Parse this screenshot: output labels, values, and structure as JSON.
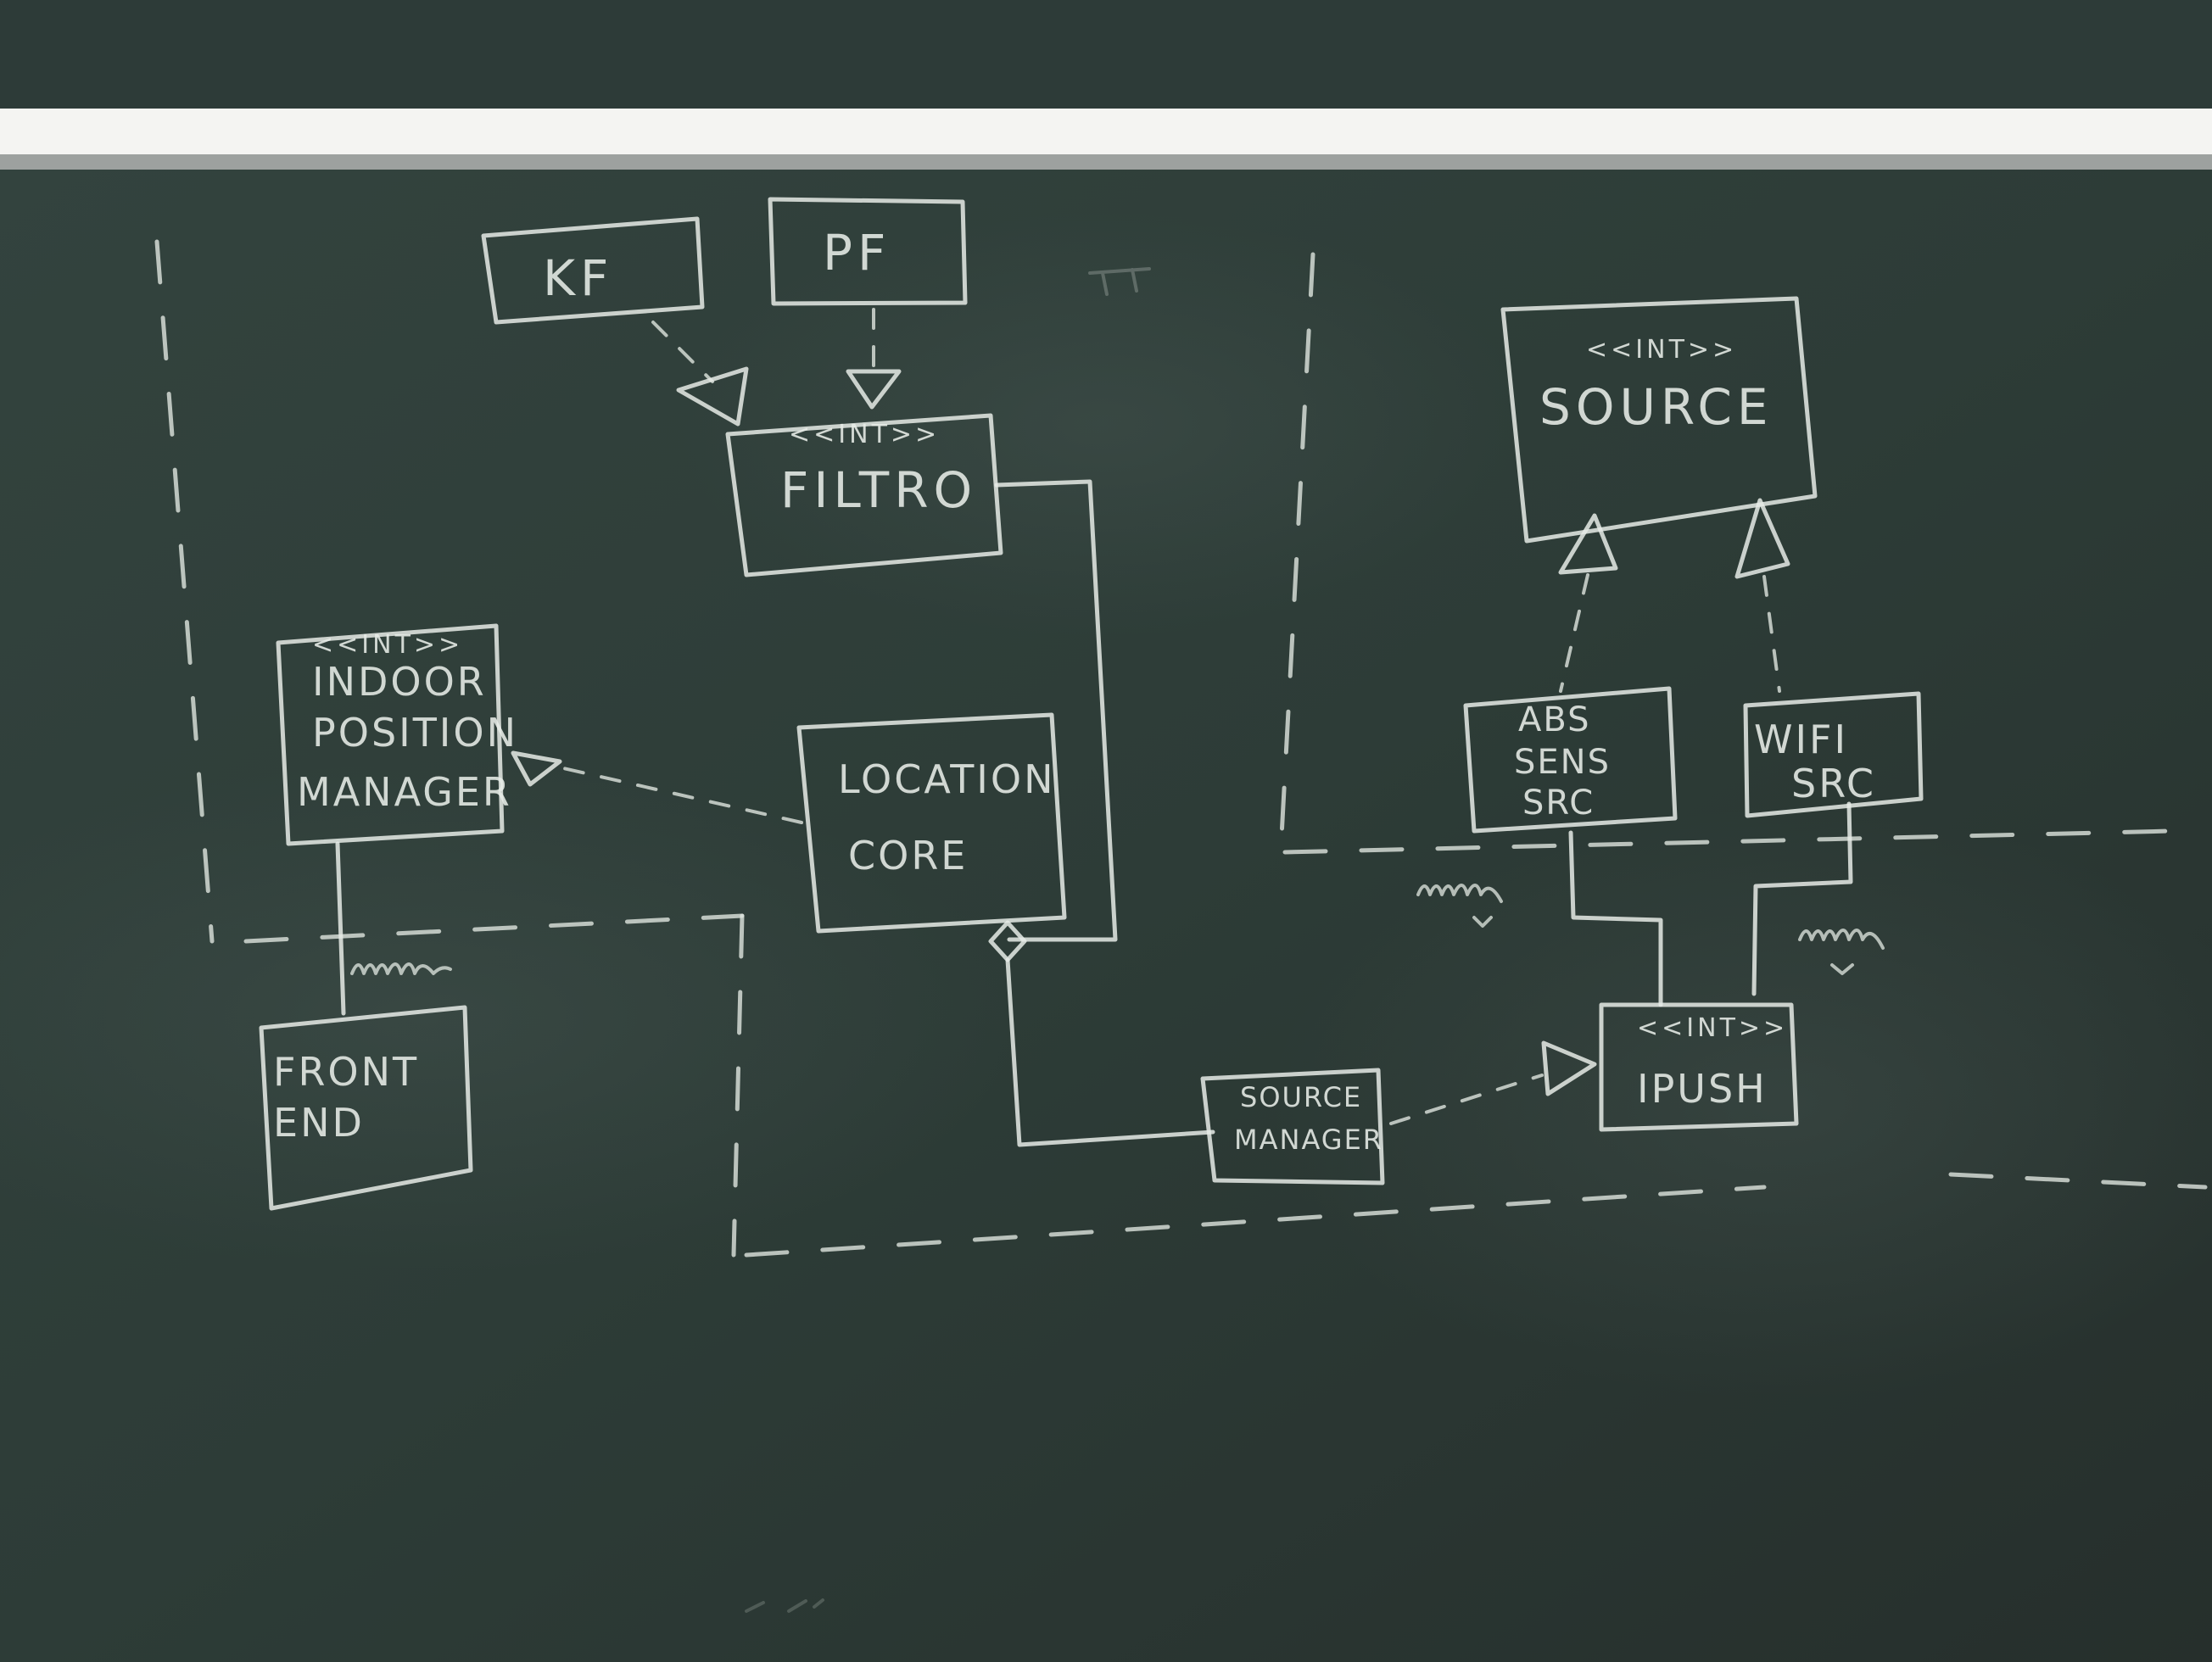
{
  "boxes": {
    "kf": {
      "label": "KF"
    },
    "pf": {
      "label": "PF"
    },
    "filtro": {
      "stereotype": "<<INT>>",
      "label": "FILTRO"
    },
    "source": {
      "stereotype": "<<INT>>",
      "label": "SOURCE"
    },
    "indoor_position_manager": {
      "stereotype": "<<INT>>",
      "lines": [
        "INDOOR",
        "POSITION",
        "MANAGER"
      ]
    },
    "location_core": {
      "lines": [
        "LOCATION",
        "CORE"
      ]
    },
    "abs_sens_src": {
      "lines": [
        "ABS",
        "SENS",
        "SRC"
      ]
    },
    "wifi_src": {
      "lines": [
        "WIFI",
        "SRC"
      ]
    },
    "front_end": {
      "lines": [
        "FRONT",
        "END"
      ]
    },
    "source_manager": {
      "lines": [
        "SOURCE",
        "MANAGER"
      ]
    },
    "ipush": {
      "stereotype": "<<INT>>",
      "label": "IPUSH"
    }
  },
  "colors": {
    "board": "#2c3a36",
    "chalk": "#e6ebe6",
    "top_strip": "#f4f4f2"
  }
}
